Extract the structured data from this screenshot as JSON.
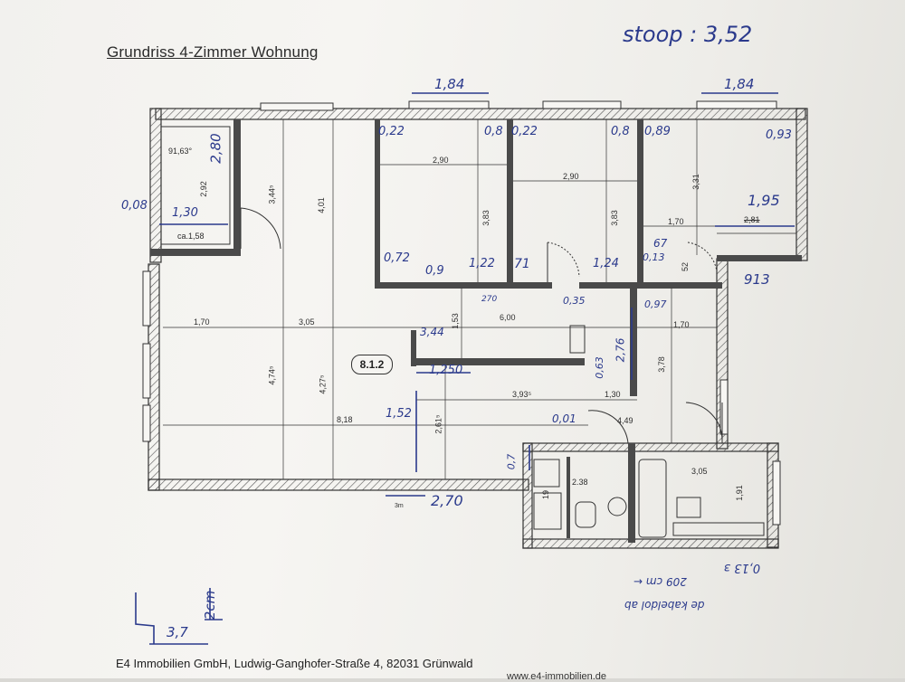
{
  "title": "Grundriss 4-Zimmer Wohnung",
  "unit_number": "8.1.2",
  "handwritten": {
    "top_right": "stoop : 3,52",
    "top_184_a": "1,84",
    "top_184_b": "1,84",
    "d022a": "0,22",
    "d08a": "0,8",
    "d022b": "0,22",
    "d08b": "0,8",
    "d089": "0,89",
    "d093": "0,93",
    "d280": "2,80",
    "d008": "0,08",
    "d130": "1,30",
    "d195": "1,95",
    "d072": "0,72",
    "d09": "0,9",
    "d122": "1,22",
    "d71": "71",
    "d124": "1,24",
    "d067": "67",
    "d013": "0,13",
    "d913": "913",
    "d270small": "270",
    "d035": "0,35",
    "d0_97": "0,97",
    "d344": "3,44",
    "d276": "2,76",
    "d1250": "1,250",
    "d063": "0,63",
    "d152": "1,52",
    "d001": "0,01",
    "d07": "0,7",
    "d270": "2,70",
    "d2cm": "2cm",
    "d37": "3,7",
    "right_note_1": "0,13 ɜ",
    "right_note_2": "209 cm ←",
    "right_note_3": "de kabeldol ab"
  },
  "printed": {
    "angle": "91,63°",
    "d292": "2,92",
    "d158": "ca.1,58",
    "d344": "3,44⁵",
    "d401": "4,01",
    "d290a": "2,90",
    "d290b": "2,90",
    "d383a": "3,83",
    "d383b": "3,83",
    "d331": "3,31",
    "d170top": "1,70",
    "d281": "2,81",
    "d52": "52",
    "d170left": "1,70",
    "d305": "3,05",
    "d600": "6,00",
    "d153": "1,53",
    "d170right": "1,70",
    "d378": "3,78",
    "d474": "4,74⁵",
    "d427": "4,27⁵",
    "d393": "3,93⁵",
    "d130": "1,30",
    "d818": "8,18",
    "d261": "2,61⁵",
    "d449": "4,49",
    "d238": "2.38",
    "d305bath": "3,05",
    "d191": "1,91",
    "d19": "19",
    "d3m": "3m"
  },
  "footer": {
    "company": "E4 Immobilien GmbH, Ludwig-Ganghofer-Straße 4, 82031 Grünwald",
    "website": "www.e4-immobilien.de"
  },
  "colors": {
    "wall": "#3a3a3a",
    "ink": "#2b3a8c",
    "paper": "#f3f2ef"
  }
}
